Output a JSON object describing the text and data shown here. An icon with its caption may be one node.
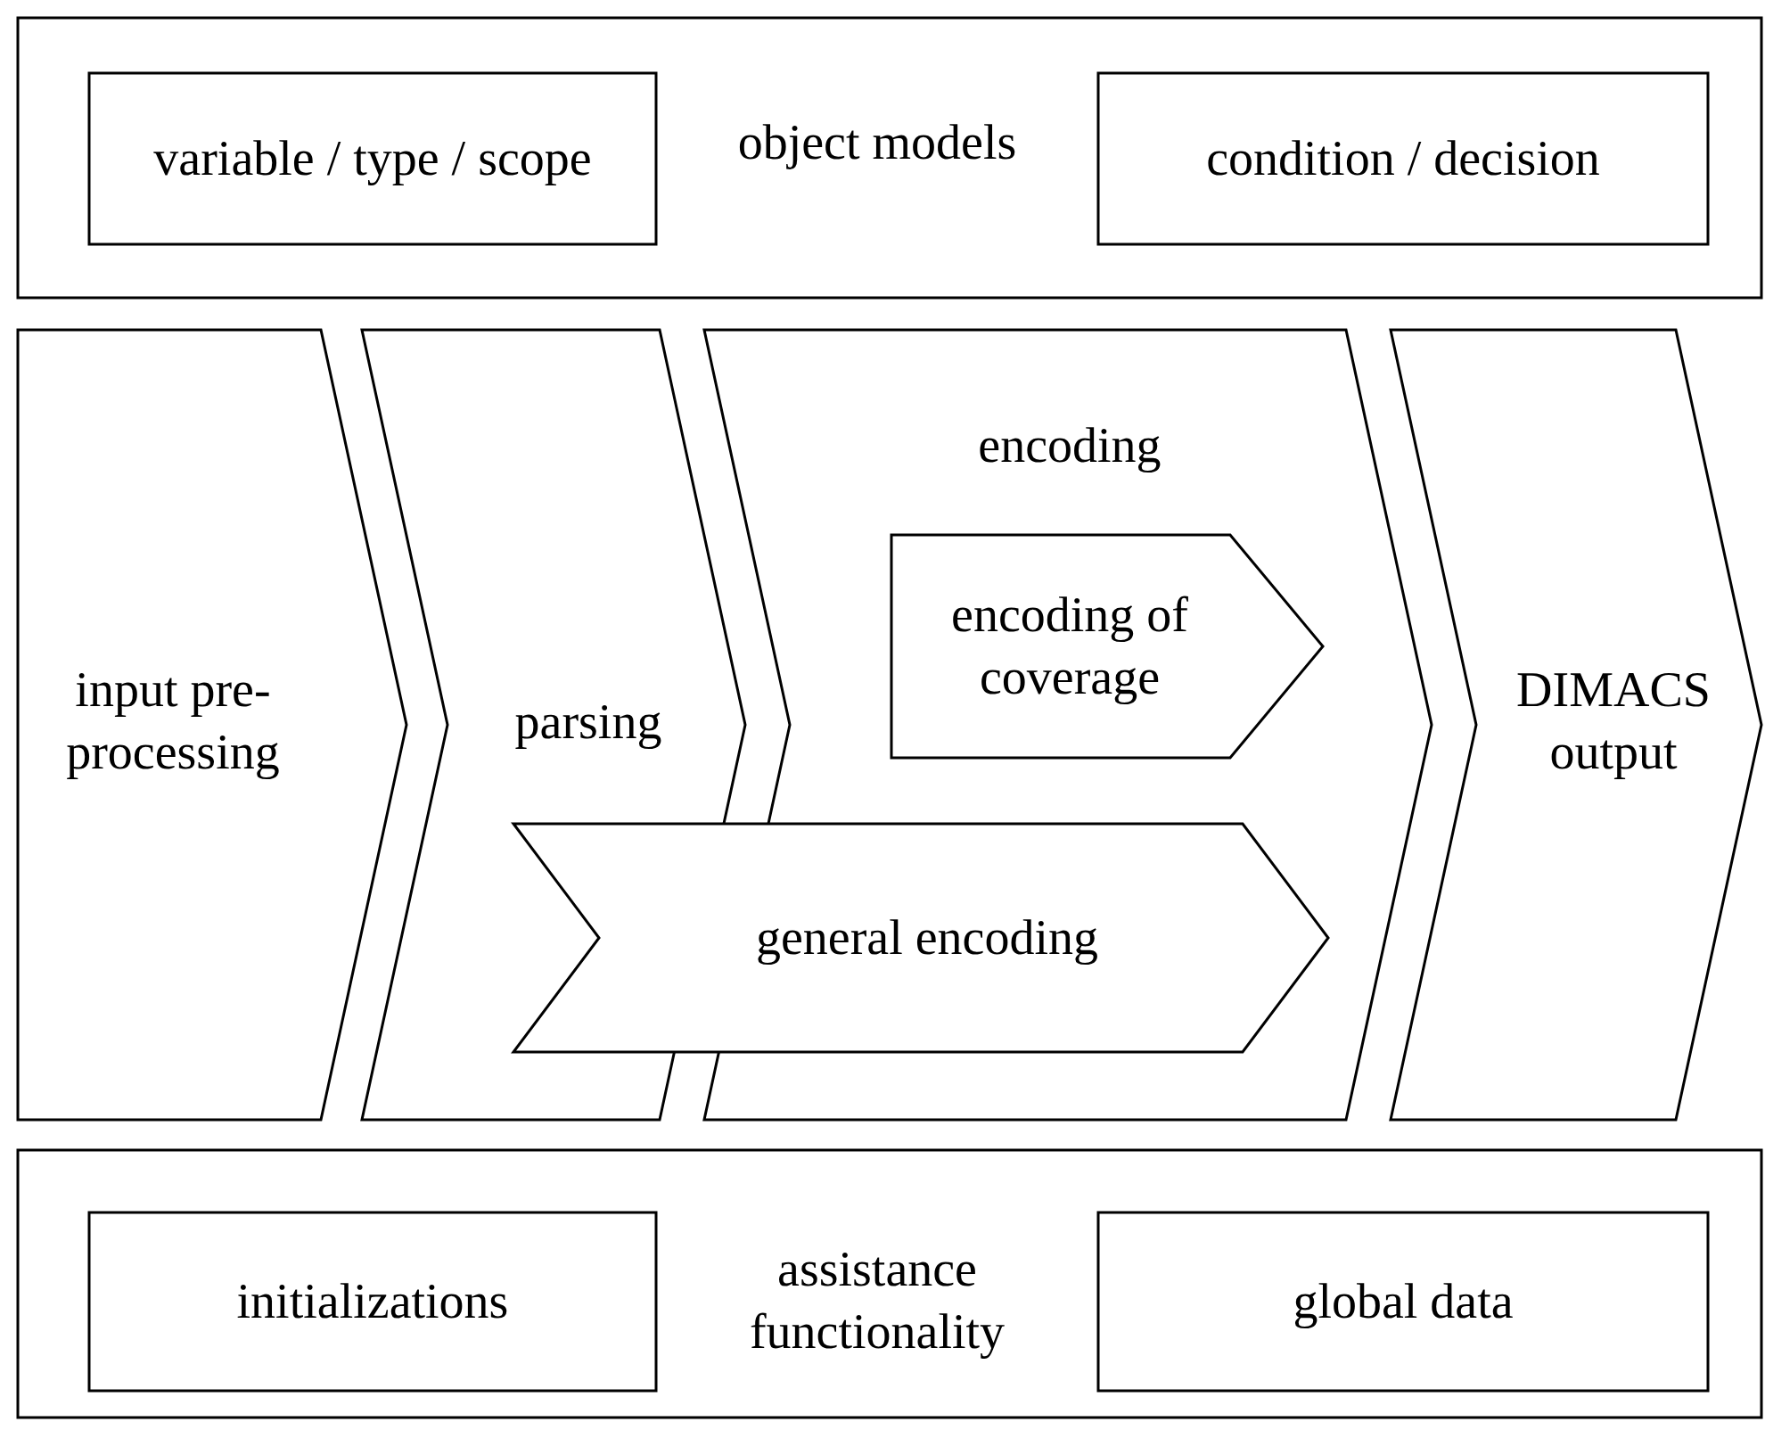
{
  "diagram": {
    "nodes": [
      {
        "text": [
          "object models"
        ]
      },
      {
        "text": [
          "variable / type / scope"
        ],
        "in": 0
      },
      {
        "text": [
          "condition / decision"
        ],
        "in": 0
      },
      {
        "text": [
          "input pre-processing"
        ]
      },
      {
        "text": [
          "parsing"
        ]
      },
      {
        "text": [
          "encoding"
        ]
      },
      {
        "text": [
          "encoding of coverage"
        ],
        "in": 5
      },
      {
        "text": [
          "general encoding"
        ]
      },
      {
        "text": [
          "DIMACS output"
        ]
      },
      {
        "text": [
          "assistance functionality"
        ]
      },
      {
        "text": [
          "initializations"
        ],
        "in": 9
      },
      {
        "text": [
          "global data"
        ],
        "in": 9
      }
    ],
    "edges": []
  }
}
